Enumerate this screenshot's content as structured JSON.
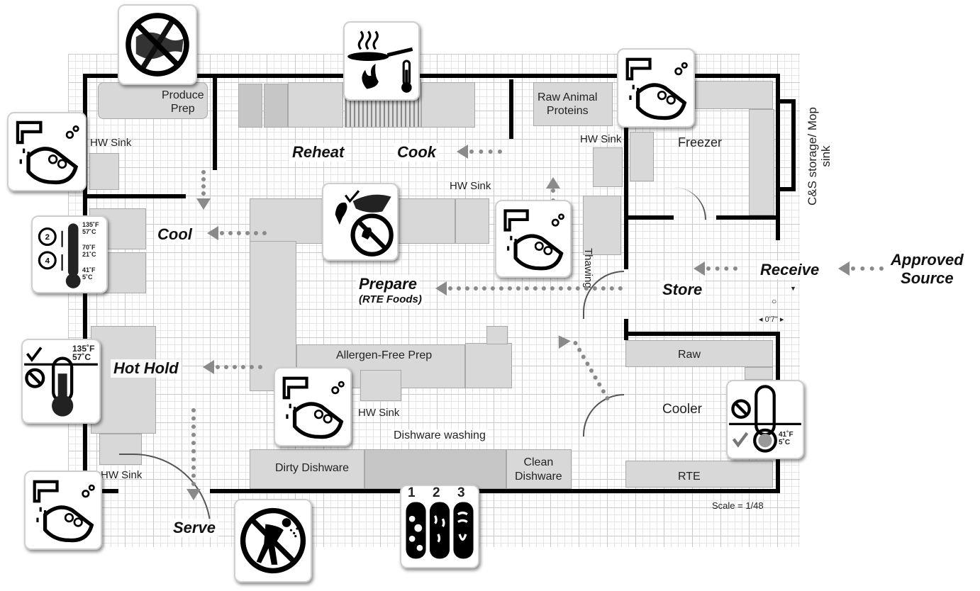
{
  "floorplan": {
    "areas": {
      "produce_prep": "Produce\nPrep",
      "raw_animal_proteins": "Raw Animal\nProteins",
      "freezer": "Freezer",
      "cs_storage": "C&S storage/ Mop\nsink",
      "thawing": "Thawing",
      "allergen_free_prep": "Allergen-Free Prep",
      "dishware_washing": "Dishware washing",
      "dirty_dishware": "Dirty Dishware",
      "clean_dishware": "Clean\nDishware",
      "raw": "Raw",
      "cooler": "Cooler",
      "rte": "RTE",
      "scale": "Scale = 1/48",
      "dimension": "0'7\""
    },
    "sinks": {
      "hw_sink_left": "HW Sink",
      "hw_sink_top_right": "HW Sink",
      "hw_sink_center": "HW Sink",
      "hw_sink_allergen": "HW Sink",
      "hw_sink_bottom_left": "HW Sink"
    },
    "flow_steps": {
      "approved_source": "Approved\nSource",
      "receive": "Receive",
      "store": "Store",
      "prepare": "Prepare",
      "prepare_sub": "(RTE Foods)",
      "cook": "Cook",
      "reheat": "Reheat",
      "cool": "Cool",
      "hot_hold": "Hot Hold",
      "serve": "Serve"
    },
    "temps": {
      "cool_135": "135˚F\n57˚C",
      "cool_70": "70˚F\n21˚C",
      "cool_41": "41˚F\n5˚C",
      "hot_hold": "135˚F\n57˚C",
      "cooler": "41˚F\n5˚C",
      "cool_2": "2",
      "cool_4": "4"
    },
    "sanitizer_steps": [
      "1",
      "2",
      "3"
    ],
    "icon_names": [
      "no-cross-contamination-icon",
      "cook-temperature-icon",
      "handwashing-icon",
      "cooling-temperature-icon",
      "no-bare-hand-contact-icon",
      "hot-holding-icon",
      "cold-holding-icon",
      "no-ill-workers-icon",
      "three-compartment-sink-icon"
    ]
  }
}
